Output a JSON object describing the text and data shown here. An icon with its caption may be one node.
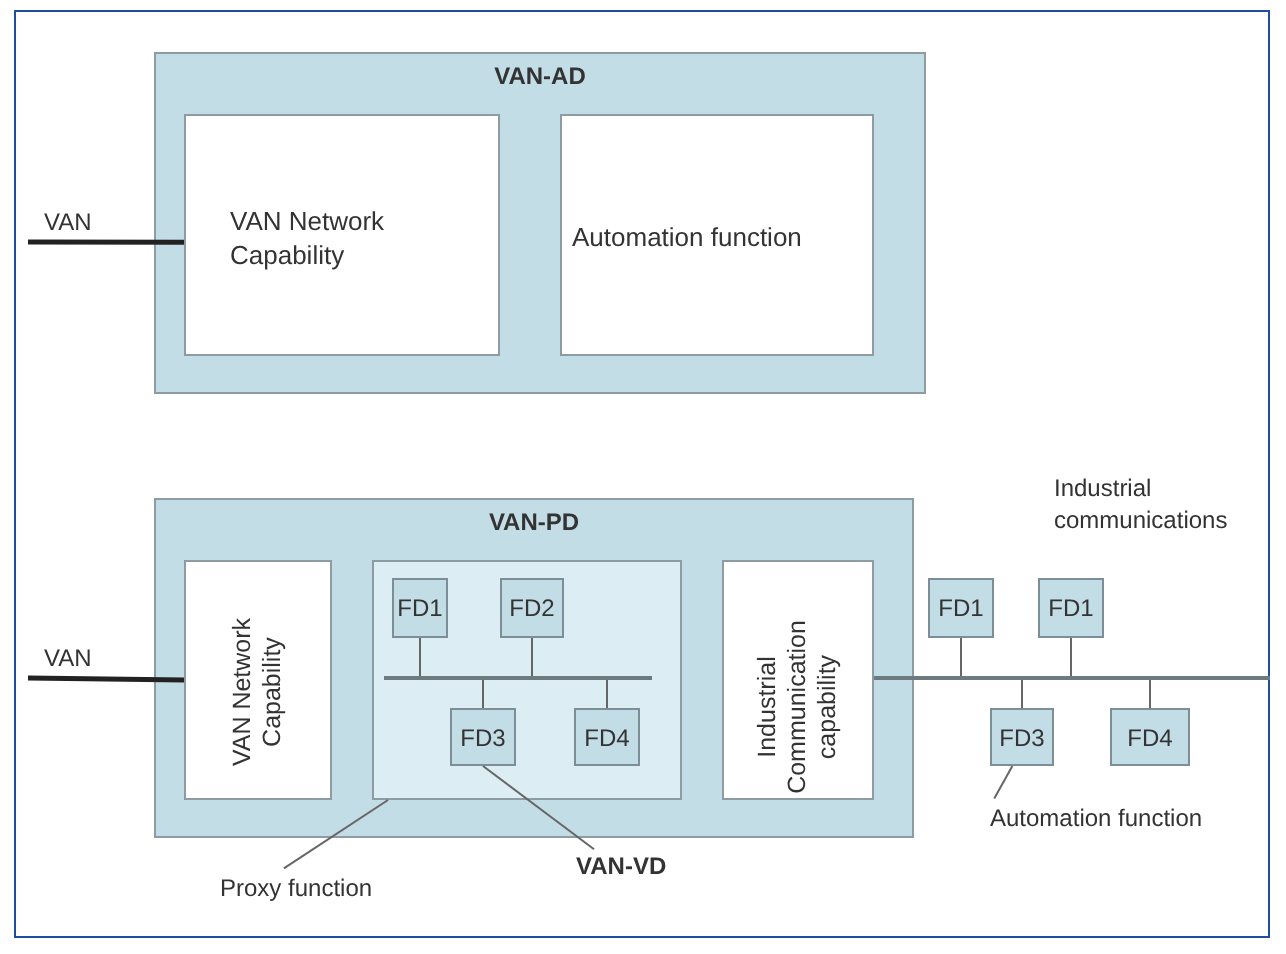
{
  "diagram": {
    "nodes": [
      {
        "text": [
          "VAN-AD"
        ]
      },
      {
        "text": [
          "VAN Network Capability"
        ],
        "in": 0
      },
      {
        "text": [
          "Automation function"
        ],
        "in": 0
      },
      {
        "text": [
          "VAN-PD"
        ]
      },
      {
        "text": [
          "VAN Network Capability"
        ],
        "in": 3
      },
      {
        "text": [],
        "shape": "box",
        "in": 3
      },
      {
        "text": [
          "FD1"
        ],
        "in": 5
      },
      {
        "text": [
          "FD2"
        ],
        "in": 5
      },
      {
        "text": [],
        "shape": "bar",
        "in": 5
      },
      {
        "text": [
          "FD3"
        ],
        "in": 5
      },
      {
        "text": [
          "FD4"
        ],
        "in": 5
      },
      {
        "text": [
          "Industrial Communication capability"
        ],
        "in": 3
      },
      {
        "text": [
          "FD1"
        ]
      },
      {
        "text": [
          "FD1"
        ]
      },
      {
        "text": [],
        "shape": "bar"
      },
      {
        "text": [
          "FD3"
        ]
      },
      {
        "text": [
          "FD4"
        ]
      },
      {
        "text": [
          "Proxy function"
        ]
      },
      {
        "text": [
          "VAN-VD"
        ]
      },
      {
        "text": [
          "Automation function"
        ]
      }
    ],
    "edges": [
      {
        "from": null,
        "to": 1,
        "arrow": "none",
        "style": "thick"
      },
      {
        "from": null,
        "to": 4,
        "arrow": "none",
        "style": "thick"
      },
      {
        "from": 6,
        "to": 8,
        "arrow": "none"
      },
      {
        "from": 7,
        "to": 8,
        "arrow": "none"
      },
      {
        "from": 9,
        "to": 8,
        "arrow": "none"
      },
      {
        "from": 10,
        "to": 8,
        "arrow": "none"
      },
      {
        "from": 12,
        "to": 14,
        "arrow": "none"
      },
      {
        "from": 13,
        "to": 14,
        "arrow": "none"
      },
      {
        "from": 15,
        "to": 14,
        "arrow": "none"
      },
      {
        "from": 16,
        "to": 14,
        "arrow": "none"
      },
      {
        "from": 17,
        "to": 5,
        "arrow": "none"
      },
      {
        "from": 18,
        "to": 9,
        "arrow": "none"
      },
      {
        "from": 19,
        "to": 15,
        "arrow": "none"
      }
    ],
    "labels": [
      "VAN",
      "VAN",
      "Industrial communications"
    ]
  }
}
